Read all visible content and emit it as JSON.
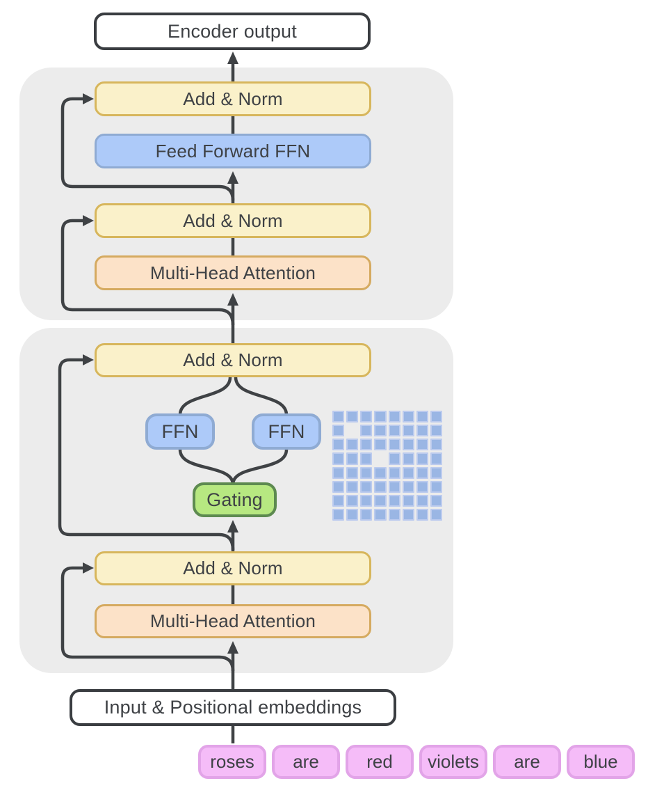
{
  "diagram": {
    "boxes": {
      "encoder_output": "Encoder output",
      "add_norm": "Add & Norm",
      "feed_forward": "Feed Forward FFN",
      "multi_head_attention": "Multi-Head Attention",
      "expert_ffn": "FFN",
      "gating": "Gating",
      "input_embeddings": "Input & Positional embeddings"
    },
    "tokens": [
      "roses",
      "are",
      "red",
      "violets",
      "are",
      "blue"
    ],
    "expert_grid": {
      "rows": 8,
      "cols": 8,
      "missing_cells": [
        [
          2,
          2
        ],
        [
          4,
          4
        ]
      ]
    }
  },
  "theme": {
    "colors": {
      "line": "#3f4245",
      "dark-border": "#3a3d41",
      "text": "#3e4145",
      "container": "#ececec",
      "white": "#ffffff",
      "yellow": "#faf1ca",
      "yellow-border": "#d7b65c",
      "blue": "#adcaf9",
      "blue-border": "#8fabd3",
      "orange": "#fce2c8",
      "orange-border": "#d5aa60",
      "green": "#b7e881",
      "green-border": "#5d8a50",
      "grid-cell": "#9ab6e4",
      "grid-cell-border": "#bccbee",
      "pink": "#f5bcf8",
      "pink-border": "#e2a4e8"
    }
  }
}
